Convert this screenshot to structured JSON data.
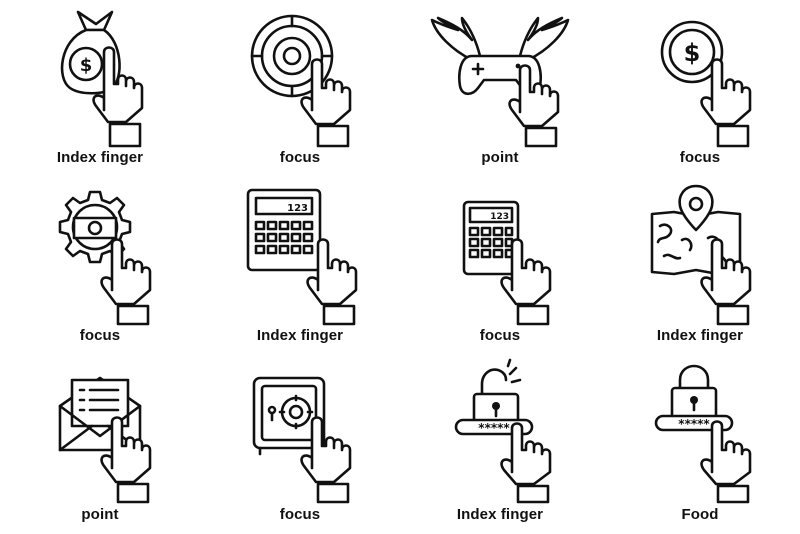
{
  "icons": [
    {
      "label": "Index finger",
      "icon": "money-bag-icon"
    },
    {
      "label": "focus",
      "icon": "target-icon"
    },
    {
      "label": "point",
      "icon": "winged-gamepad-icon"
    },
    {
      "label": "focus",
      "icon": "dollar-coin-icon"
    },
    {
      "label": "focus",
      "icon": "gear-money-icon"
    },
    {
      "label": "Index finger",
      "icon": "calculator-icon",
      "display": "123"
    },
    {
      "label": "focus",
      "icon": "calculator-icon",
      "display": "123"
    },
    {
      "label": "Index finger",
      "icon": "map-pin-icon"
    },
    {
      "label": "point",
      "icon": "envelope-icon"
    },
    {
      "label": "focus",
      "icon": "safe-icon"
    },
    {
      "label": "Index finger",
      "icon": "unlocked-padlock-icon",
      "password": "*****"
    },
    {
      "label": "Food",
      "icon": "padlock-icon",
      "password": "*****"
    }
  ]
}
